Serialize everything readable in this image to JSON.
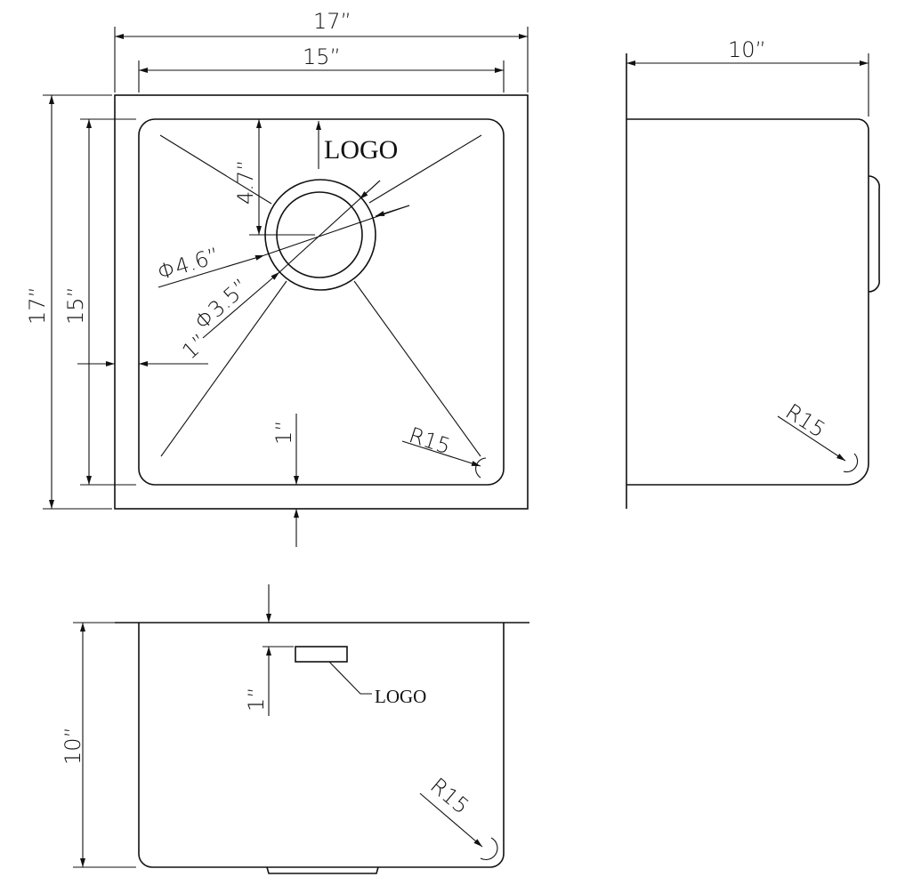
{
  "top_view": {
    "overall_width": "17”",
    "inner_width": "15”",
    "overall_length": "17”",
    "inner_length": "15”",
    "drain_offset": "4.7”",
    "logo": "LOGO",
    "drain_outer_diameter": "Φ4.6”",
    "drain_inner_diameter": "Φ3.5”",
    "rim_side": "1”",
    "rim_front": "1”",
    "corner_radius": "R15"
  },
  "side_view": {
    "depth": "10”",
    "corner_radius": "R15"
  },
  "front_view": {
    "depth": "10”",
    "logo_offset": "1”",
    "logo": "LOGO",
    "corner_radius": "R15"
  }
}
